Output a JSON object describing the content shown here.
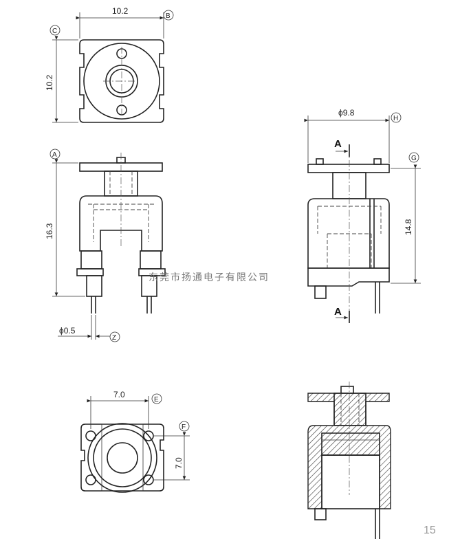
{
  "top_view": {
    "width": "10.2",
    "height": "10.2",
    "tag_b": "B",
    "tag_c": "C"
  },
  "front_view": {
    "height": "16.3",
    "pin_dia": "ϕ0.5",
    "tag_a": "A",
    "tag_z": "Z"
  },
  "side_view": {
    "diameter": "ϕ9.8",
    "height": "14.8",
    "tag_h": "H",
    "tag_g": "G",
    "section_label_top": "A",
    "section_label_bottom": "A"
  },
  "bottom_view": {
    "width": "7.0",
    "height": "7.0",
    "tag_e": "E",
    "tag_f": "F"
  },
  "watermark": "东莞市扬通电子有限公司",
  "page_number": "15"
}
